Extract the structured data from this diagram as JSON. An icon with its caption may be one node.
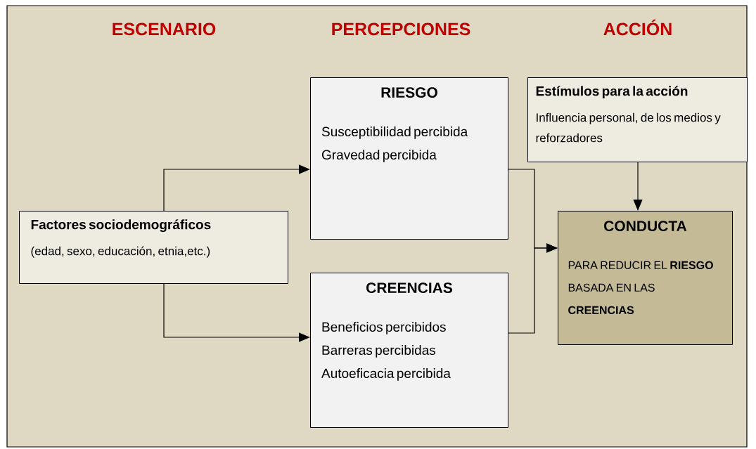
{
  "diagram": {
    "nodes": [
      {
        "text": [
          "Factores sociodemográficos",
          "(edad, sexo, educación, etnia,etc.)"
        ]
      },
      {
        "text": [
          "RIESGO",
          "Susceptibilidad percibida",
          "Gravedad percibida"
        ]
      },
      {
        "text": [
          "CREENCIAS",
          "Beneficios percibidos",
          "Barreras percibidas",
          "Autoeficacia percibida"
        ]
      },
      {
        "text": [
          "Estímulos para la acción",
          "Influencia personal, de los medios y reforzadores"
        ]
      },
      {
        "text": [
          "CONDUCTA",
          "PARA  REDUCIR EL **RIESGO** BASADA EN LAS **CREENCIAS**"
        ]
      }
    ],
    "edges": [
      {
        "from": 0,
        "to": 1,
        "arrow": "to"
      },
      {
        "from": 0,
        "to": 2,
        "arrow": "to"
      },
      {
        "from": 1,
        "to": 4,
        "arrow": "to"
      },
      {
        "from": 2,
        "to": 4,
        "arrow": "to"
      },
      {
        "from": 3,
        "to": 4,
        "arrow": "to"
      }
    ],
    "labels": [
      "ESCENARIO",
      "PERCEPCIONES",
      "ACCIÓN"
    ]
  }
}
